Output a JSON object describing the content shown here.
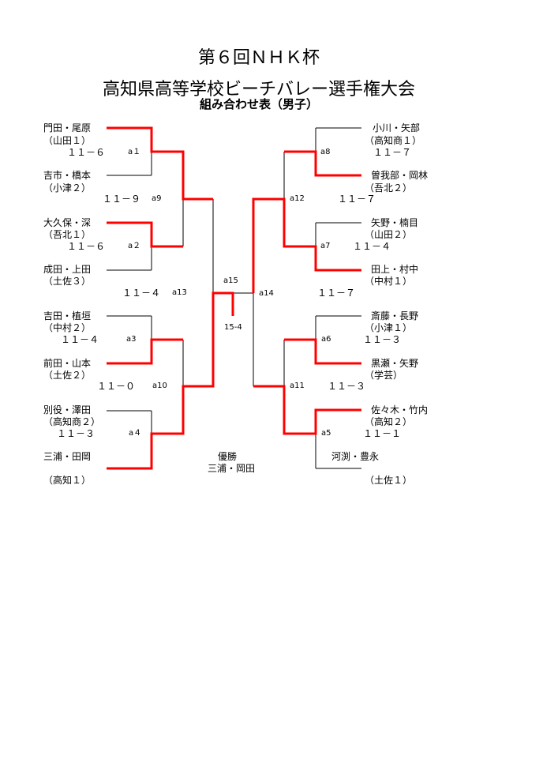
{
  "title": "第６回ＮＨＫ杯",
  "subtitle": "高知県高等学校ビーチバレー選手権大会",
  "heading": "組み合わせ表（男子）",
  "colors": {
    "winner_line": "#ff0000",
    "line": "#000000"
  },
  "left": {
    "teams": [
      {
        "names": "門田・尾原",
        "school": "（山田１）"
      },
      {
        "names": "吉市・橋本",
        "school": "（小津２）"
      },
      {
        "names": "大久保・深",
        "school": "（吾北１）"
      },
      {
        "names": "成田・上田",
        "school": "（土佐３）"
      },
      {
        "names": "吉田・植垣",
        "school": "（中村２）"
      },
      {
        "names": "前田・山本",
        "school": "（土佐２）"
      },
      {
        "names": "別役・澤田",
        "school": "（高知商２）"
      },
      {
        "names": "三浦・田岡",
        "school": "（高知１）"
      }
    ],
    "matches": [
      {
        "id": "a１",
        "score": "１１－６"
      },
      {
        "id": "a２",
        "score": "１１－６"
      },
      {
        "id": "a3",
        "score": "１１－４"
      },
      {
        "id": "a４",
        "score": "１１－３"
      },
      {
        "id": "a9",
        "score": "１１－９"
      },
      {
        "id": "a10",
        "score": "１１－０"
      },
      {
        "id": "a13",
        "score": "１１－４"
      }
    ]
  },
  "right": {
    "teams": [
      {
        "names": "小川・矢部",
        "school": "（高知商１）"
      },
      {
        "names": "曽我部・岡林",
        "school": "（吾北２）"
      },
      {
        "names": "矢野・楠目",
        "school": "（山田２）"
      },
      {
        "names": "田上・村中",
        "school": "（中村１）"
      },
      {
        "names": "斎藤・長野",
        "school": "（小津１）"
      },
      {
        "names": "黒瀬・矢野",
        "school": "（学芸）"
      },
      {
        "names": "佐々木・竹内",
        "school": "（高知２）"
      },
      {
        "names": "河渕・豊永",
        "school": "（土佐１）"
      }
    ],
    "matches": [
      {
        "id": "a8",
        "score": "１１－７"
      },
      {
        "id": "a7",
        "score": "１１－４"
      },
      {
        "id": "a6",
        "score": "１１－３"
      },
      {
        "id": "a5",
        "score": "１１－１"
      },
      {
        "id": "a12",
        "score": "１１－７"
      },
      {
        "id": "a11",
        "score": "１１－３"
      },
      {
        "id": "a14",
        "score": "１１－７"
      }
    ]
  },
  "final": {
    "id": "a15",
    "score": "15-4",
    "champion_label": "優勝",
    "champion": "三浦・岡田"
  }
}
